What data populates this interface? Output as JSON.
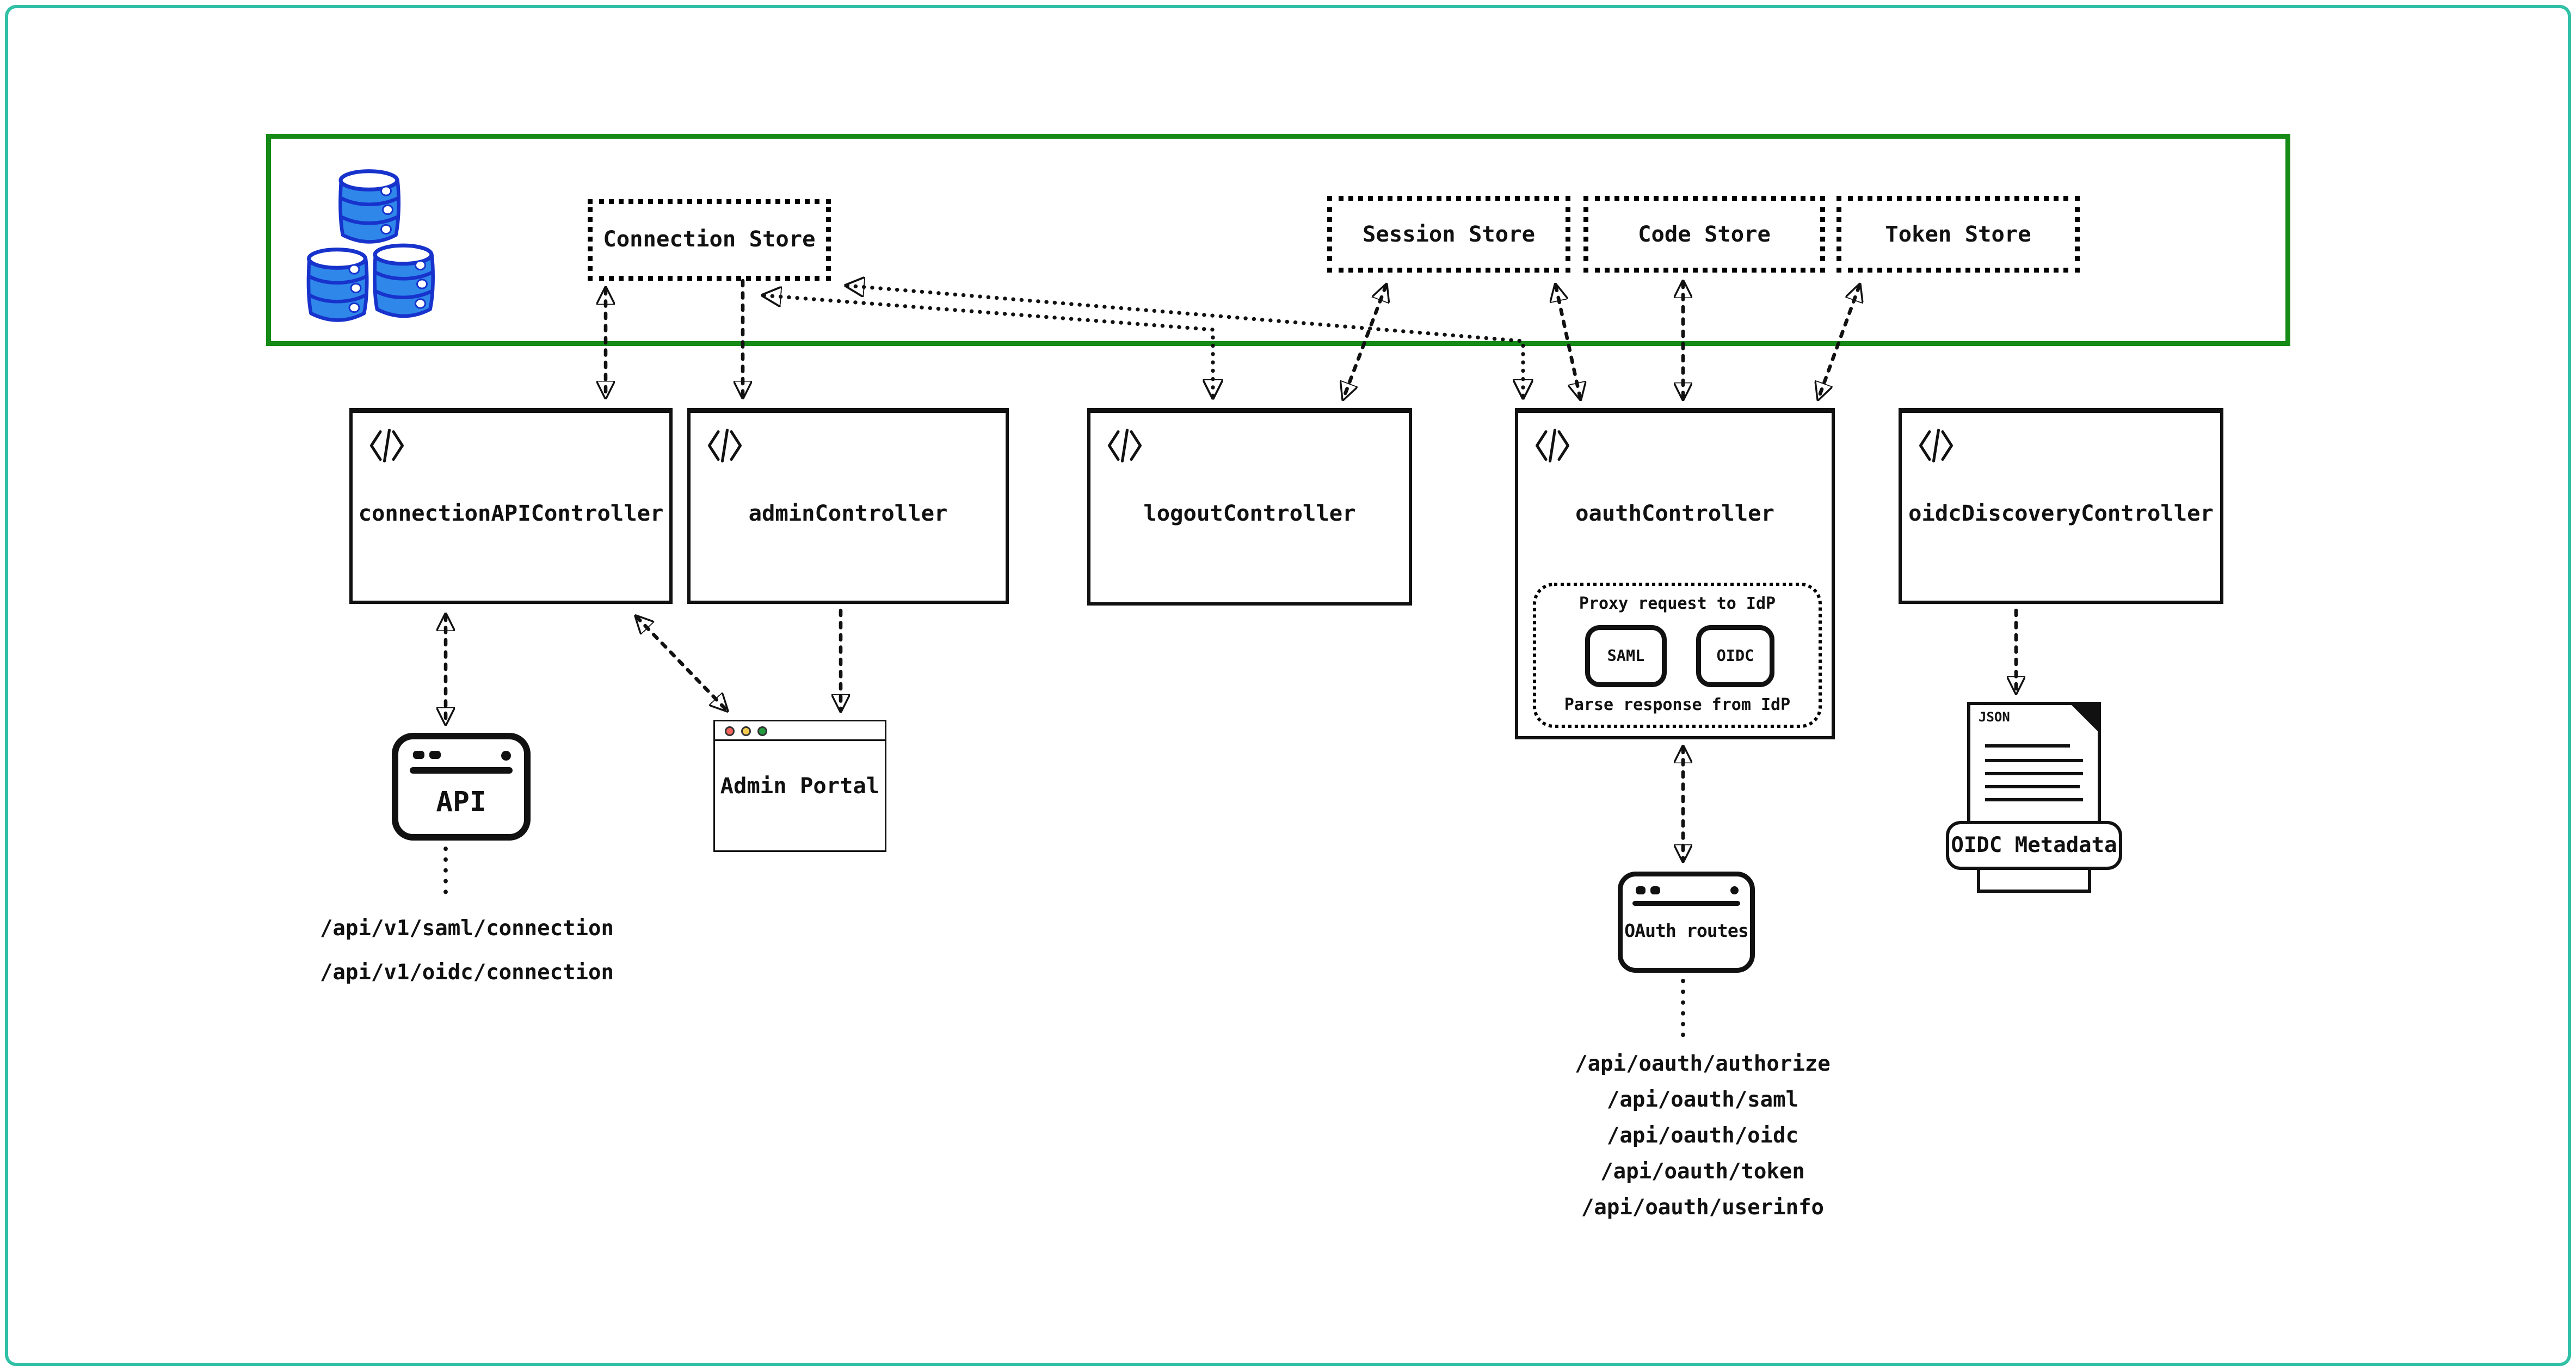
{
  "diagram": {
    "data_zone": {
      "icon": "database-barrels-icon",
      "stores": [
        {
          "label": "Connection Store"
        },
        {
          "label": "Session Store"
        },
        {
          "label": "Code Store"
        },
        {
          "label": "Token Store"
        }
      ]
    },
    "controllers": [
      {
        "icon": "code-tag-icon",
        "label": "connectionAPIController"
      },
      {
        "icon": "code-tag-icon",
        "label": "adminController"
      },
      {
        "icon": "code-tag-icon",
        "label": "logoutController"
      },
      {
        "icon": "code-tag-icon",
        "label": "oauthController"
      },
      {
        "icon": "code-tag-icon",
        "label": "oidcDiscoveryController"
      }
    ],
    "oauth_proxy": {
      "top_label": "Proxy request to IdP",
      "protocols": [
        {
          "label": "SAML"
        },
        {
          "label": "OIDC"
        }
      ],
      "bottom_label": "Parse response from IdP"
    },
    "api_window": {
      "icon": "browser-window-icon",
      "title": "API",
      "endpoints": [
        "/api/v1/saml/connection",
        "/api/v1/oidc/connection"
      ]
    },
    "admin_portal": {
      "icon": "browser-window-icon",
      "title": "Admin Portal"
    },
    "oauth_routes_window": {
      "icon": "browser-window-icon",
      "title": "OAuth routes",
      "endpoints": [
        "/api/oauth/authorize",
        "/api/oauth/saml",
        "/api/oauth/oidc",
        "/api/oauth/token",
        "/api/oauth/userinfo"
      ]
    },
    "oidc_metadata_doc": {
      "icon": "json-document-icon",
      "file_tag": "JSON",
      "label": "OIDC Metadata"
    },
    "colors": {
      "frame_teal": "#2fc0a6",
      "zone_green": "#168a16",
      "ink": "#111111",
      "barrel_blue": "#2f87ea",
      "barrel_outline": "#1733cc",
      "traffic_red": "#f4645c",
      "traffic_yellow": "#f6cd4f",
      "traffic_green": "#229a3e"
    }
  }
}
